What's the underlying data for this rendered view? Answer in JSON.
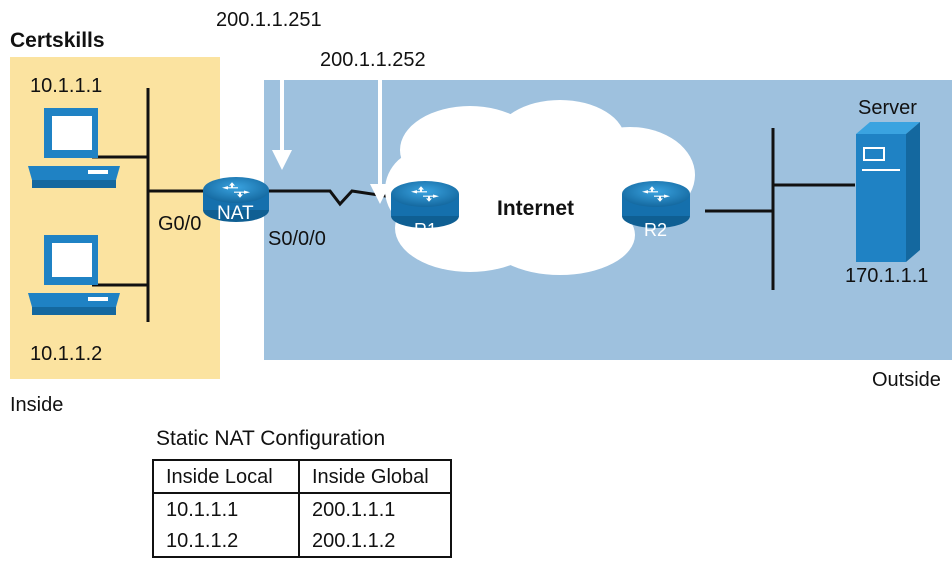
{
  "company_label": "Certskills",
  "inside_label": "Inside",
  "outside_label": "Outside",
  "internet_label": "Internet",
  "server_label": "Server",
  "server_ip": "170.1.1.1",
  "pc1_ip": "10.1.1.1",
  "pc2_ip": "10.1.1.2",
  "nat_router_label": "NAT",
  "r1_label": "R1",
  "r2_label": "R2",
  "g0_label": "G0/0",
  "s0_label": "S0/0/0",
  "pointer_251": "200.1.1.251",
  "pointer_252": "200.1.1.252",
  "colors": {
    "inside_zone": "#fbe3a0",
    "outside_zone": "#9ec1de",
    "router_blue": "#1f82c4",
    "line": "#111111"
  },
  "nat_table": {
    "title": "Static NAT Configuration",
    "headers": [
      "Inside Local",
      "Inside Global"
    ],
    "rows": [
      [
        "10.1.1.1",
        "200.1.1.1"
      ],
      [
        "10.1.1.2",
        "200.1.1.2"
      ]
    ]
  }
}
